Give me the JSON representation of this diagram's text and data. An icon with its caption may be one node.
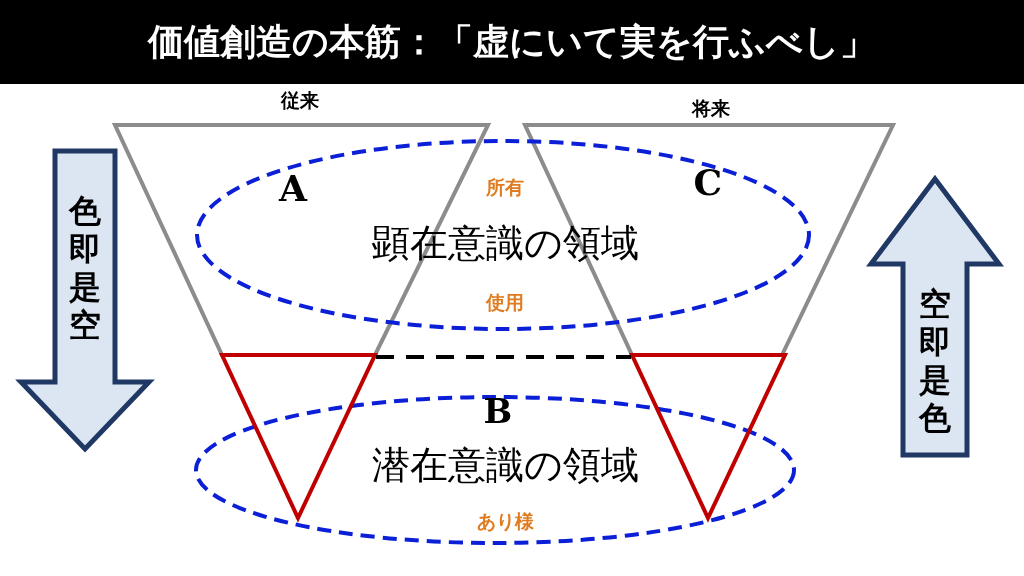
{
  "diagram": {
    "title": "価値創造の本筋：「虚にいて実を行ふべし」",
    "nodes": [
      {
        "text": [
          "従来",
          "A"
        ]
      },
      {
        "text": [
          "将来",
          "C"
        ]
      },
      {
        "text": [
          "所有",
          "顕在意識の領域",
          "使用"
        ]
      },
      {
        "text": [
          "B",
          "潜在意識の領域",
          "あり様"
        ]
      },
      {
        "text": [],
        "shape": "triangle"
      },
      {
        "text": [],
        "shape": "triangle"
      },
      {
        "text": [
          "色即是空"
        ]
      },
      {
        "text": [
          "空即是色"
        ]
      }
    ],
    "edges": [
      {
        "from": 4,
        "to": 5,
        "arrow": "none",
        "style": "dashed",
        "color": "#000000"
      }
    ]
  }
}
